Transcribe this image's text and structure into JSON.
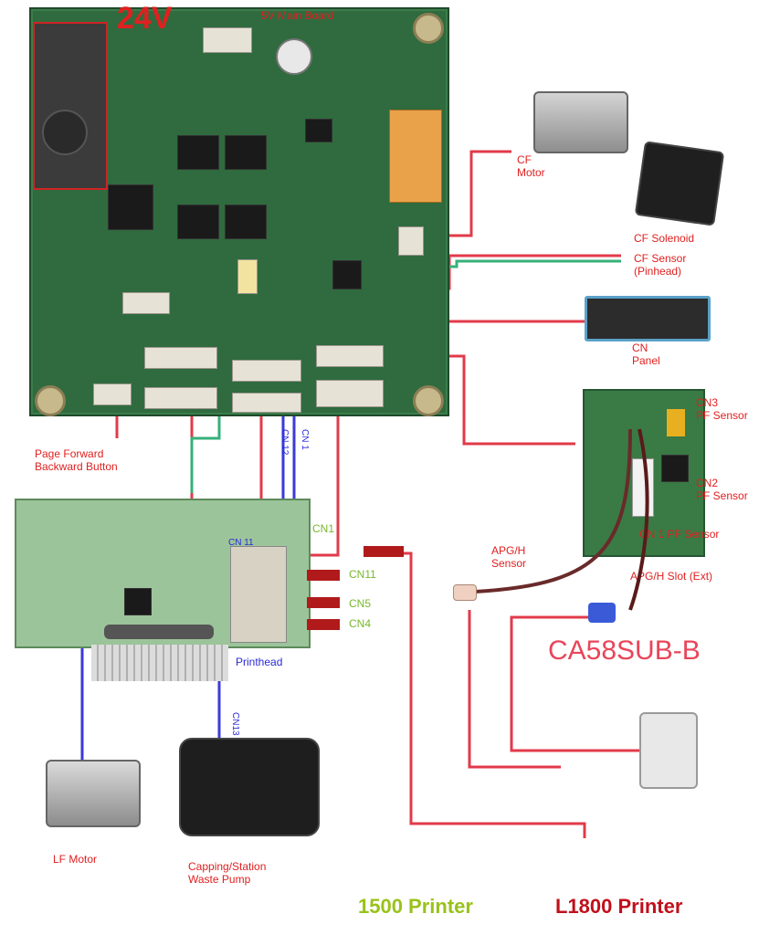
{
  "main_board": {
    "voltage": "24V",
    "top_label": "5V Main Board"
  },
  "devices": {
    "cf_motor": "CF\nMotor",
    "solenoid": "CF Solenoid",
    "cf_sensor": "CF Sensor\n(Pinhead)",
    "panel": "CN\nPanel",
    "feed_buttons": "Page Forward\nBackward Button",
    "lf_motor": "LF Motor",
    "capping_pump": "Capping/Station\nWaste Pump",
    "printhead_label": "Printhead"
  },
  "sub_board": {
    "name": "CA58SUB-B",
    "labels": {
      "cn3": "CN3\nPF Sensor",
      "cn2": "CN2\nPF Sensor",
      "cn1": "CN 1 PF Sensor",
      "apg_sensor": "APG/H\nSensor",
      "apg_ext": "APG/H Slot (Ext)"
    }
  },
  "small_board": {
    "labels": [
      "CN1",
      "CN11",
      "CN5",
      "CN4"
    ],
    "blue_labels": [
      "CN 11",
      "CN 12",
      "CN13",
      "CN 1"
    ]
  },
  "legend": {
    "green_text": "1500 Printer",
    "red_text": "L1800 Printer"
  },
  "colors": {
    "pcb": "#2f6b3e",
    "wire_red": "#e23a4a",
    "wire_blue": "#3a3ad8",
    "wire_green": "#36b07a",
    "legend_green": "#99c21a",
    "legend_red": "#c0101c"
  }
}
